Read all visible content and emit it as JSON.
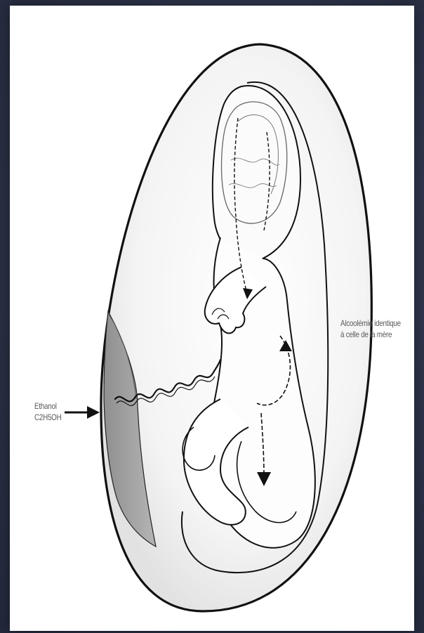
{
  "figure": {
    "ethanol_label": {
      "line1": "Ethanol",
      "line2": "C2H5OH"
    },
    "blood_alcohol_label": {
      "line1": "Alcoolémie identique",
      "line2": "à celle de la mère"
    }
  },
  "colors": {
    "slide_background": "#2c3248",
    "figure_background": "#ffffff",
    "line_art": "#111111",
    "placenta_shading": "#9a9a9a"
  }
}
